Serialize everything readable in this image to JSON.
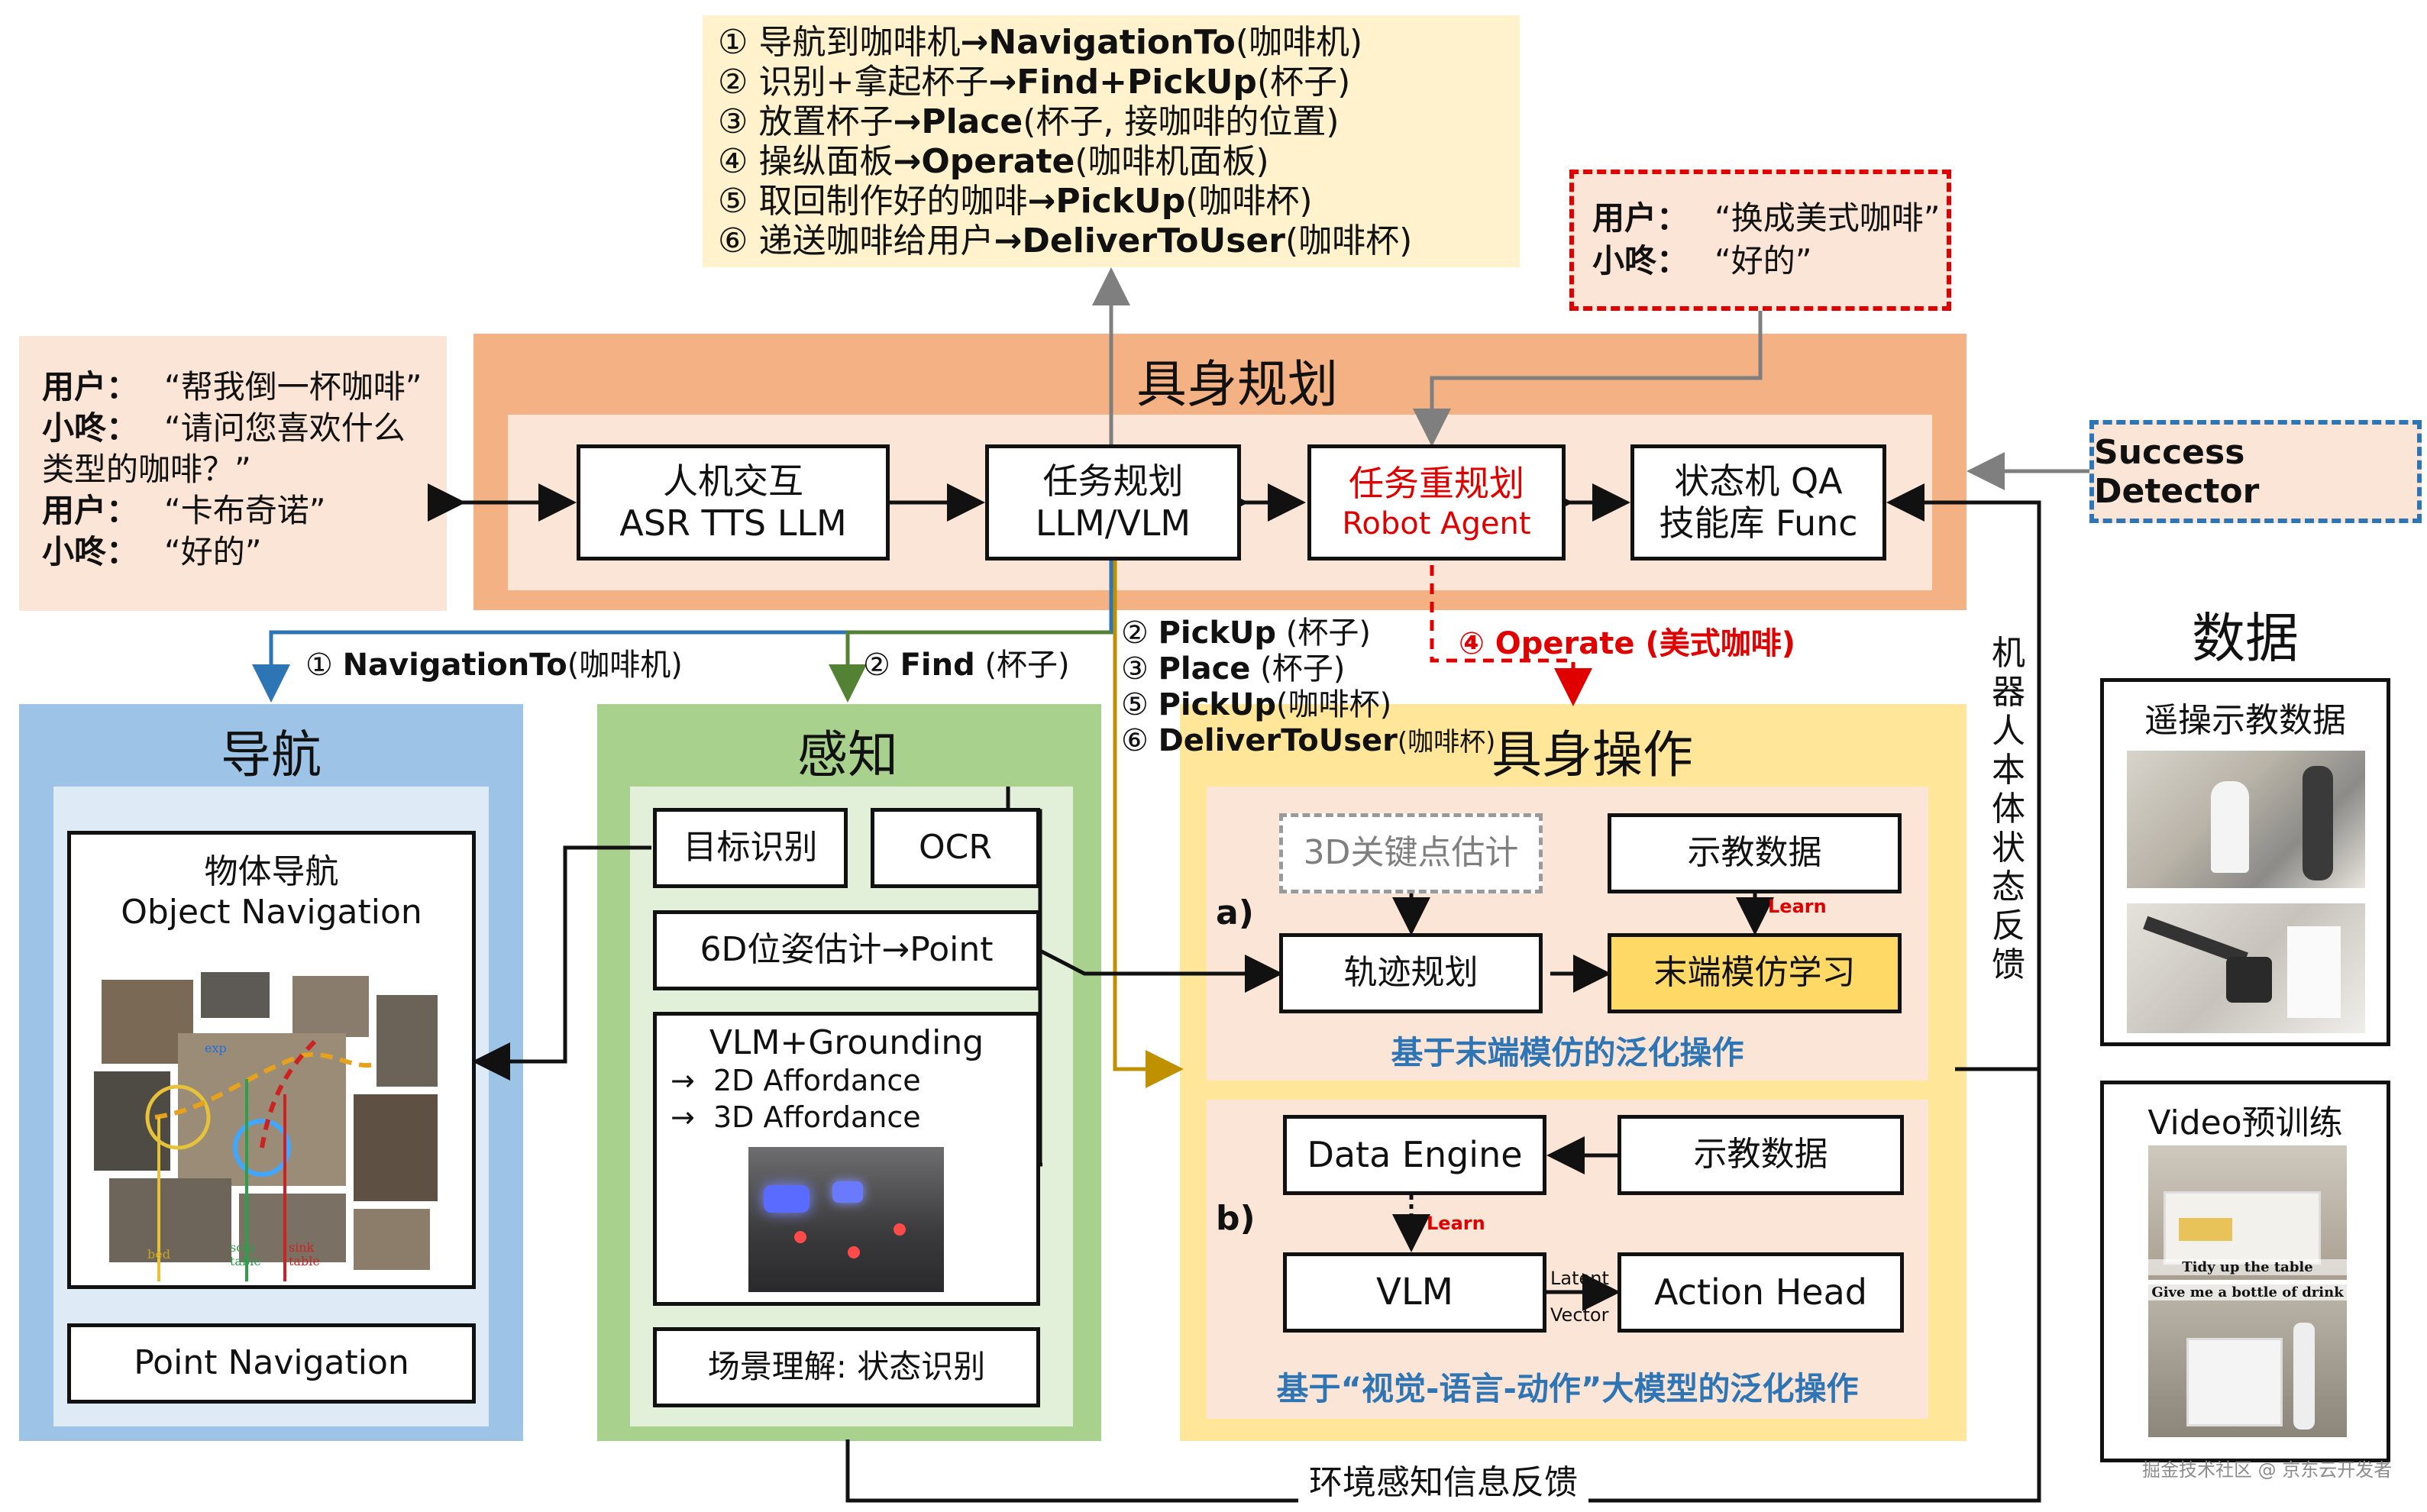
{
  "top_steps": [
    {
      "num": "①",
      "pre": "导航到咖啡机",
      "arrow": "→",
      "bold": "NavigationTo",
      "post": "(咖啡机)"
    },
    {
      "num": "②",
      "pre": "识别+拿起杯子",
      "arrow": "→",
      "bold": "Find+PickUp",
      "post": "(杯子)"
    },
    {
      "num": "③",
      "pre": "放置杯子",
      "arrow": "→",
      "bold": "Place",
      "post": "(杯子, 接咖啡的位置)"
    },
    {
      "num": "④",
      "pre": "操纵面板",
      "arrow": "→",
      "bold": "Operate",
      "post": "(咖啡机面板)"
    },
    {
      "num": "⑤",
      "pre": "取回制作好的咖啡",
      "arrow": "→",
      "bold": "PickUp",
      "post": "(咖啡杯)"
    },
    {
      "num": "⑥",
      "pre": "递送咖啡给用户",
      "arrow": "→",
      "bold": "DeliverToUser",
      "post": "(咖啡杯)"
    }
  ],
  "dialog_left": [
    {
      "speaker": "用户：",
      "text": "“帮我倒一杯咖啡”"
    },
    {
      "speaker": "小咚：",
      "text": "“请问您喜欢什么"
    },
    {
      "speaker": "",
      "text": "类型的咖啡？”"
    },
    {
      "speaker": "用户：",
      "text": "“卡布奇诺”"
    },
    {
      "speaker": "小咚：",
      "text": "“好的”"
    }
  ],
  "dialog_right": [
    {
      "speaker": "用户：",
      "text": "“换成美式咖啡”"
    },
    {
      "speaker": "小咚：",
      "text": "“好的”"
    }
  ],
  "planning": {
    "title": "具身规划",
    "hci": {
      "line1": "人机交互",
      "line2": "ASR TTS LLM"
    },
    "task": {
      "line1": "任务规划",
      "line2": "LLM/VLM"
    },
    "replan": {
      "line1": "任务重规划",
      "line2": "Robot Agent"
    },
    "state": {
      "line1": "状态机 QA",
      "line2": "技能库 Func"
    }
  },
  "success_detector": "Success Detector",
  "edge_labels": {
    "nav": {
      "num": "①",
      "bold": "NavigationTo",
      "post": "(咖啡机)"
    },
    "find": {
      "num": "②",
      "bold": "Find",
      "post": " (杯子)"
    },
    "pickup": {
      "num": "②",
      "bold": "PickUp",
      "post": " (杯子)"
    },
    "place": {
      "num": "③",
      "bold": "Place",
      "post": " (杯子)"
    },
    "pickup2": {
      "num": "⑤",
      "bold": "PickUp",
      "post": "(咖啡杯)"
    },
    "deliver": {
      "num": "⑥",
      "bold": "DeliverToUser",
      "post": "(咖啡杯)"
    },
    "operate": "④ Operate (美式咖啡)"
  },
  "navigation": {
    "title": "导航",
    "object_nav": {
      "line1": "物体导航",
      "line2": "Object Navigation"
    },
    "map_labels": {
      "bed": "bed",
      "sofa": "sofa\ntable",
      "sink": "sink\ntable",
      "explore": "exp"
    },
    "point_nav": "Point Navigation"
  },
  "perception": {
    "title": "感知",
    "target": "目标识别",
    "ocr": "OCR",
    "pose": "6D位姿估计→Point",
    "vlm": {
      "title": "VLM+Grounding",
      "items": [
        "→  2D Affordance",
        "→  3D Affordance"
      ]
    },
    "scene": "场景理解: 状态识别"
  },
  "manipulation": {
    "title": "具身操作",
    "a": {
      "label": "a)",
      "keypoint": "3D关键点估计",
      "demo": "示教数据",
      "learn": "Learn",
      "traj": "轨迹规划",
      "imitation": "末端模仿学习",
      "caption": "基于末端模仿的泛化操作"
    },
    "b": {
      "label": "b)",
      "engine": "Data Engine",
      "demo": "示教数据",
      "learn": "Learn",
      "vlm": "VLM",
      "latent": "Latent",
      "vector": "Vector",
      "action": "Action Head",
      "caption": "基于“视觉-语言-动作”大模型的泛化操作"
    }
  },
  "robot_feedback": [
    "机",
    "器",
    "人",
    "本",
    "体",
    "状",
    "态",
    "反",
    "馈"
  ],
  "env_feedback": "环境感知信息反馈",
  "data_panel": {
    "title": "数据",
    "teleop": "遥操示教数据",
    "video": "Video预训练",
    "video_caption1": "Tidy up the table",
    "video_caption2": "Give me a bottle of drink"
  },
  "watermark": "掘金技术社区 @ 京东云开发者",
  "colors": {
    "planning_outer": "#f4b183",
    "planning_inner": "#fbe5d6",
    "nav_outer": "#9dc3e6",
    "nav_inner": "#deebf7",
    "perc_outer": "#a9d18e",
    "perc_inner": "#e2f0d9",
    "manip_outer": "#ffe699",
    "manip_inner": "#fbe5d6",
    "highlight": "#ffd966",
    "note_bg": "#fff2cc",
    "red": "#e00000",
    "blue_arrow": "#2e75b6",
    "green_arrow": "#548235",
    "olive_arrow": "#bf9000",
    "caption_blue": "#2e75b6"
  }
}
